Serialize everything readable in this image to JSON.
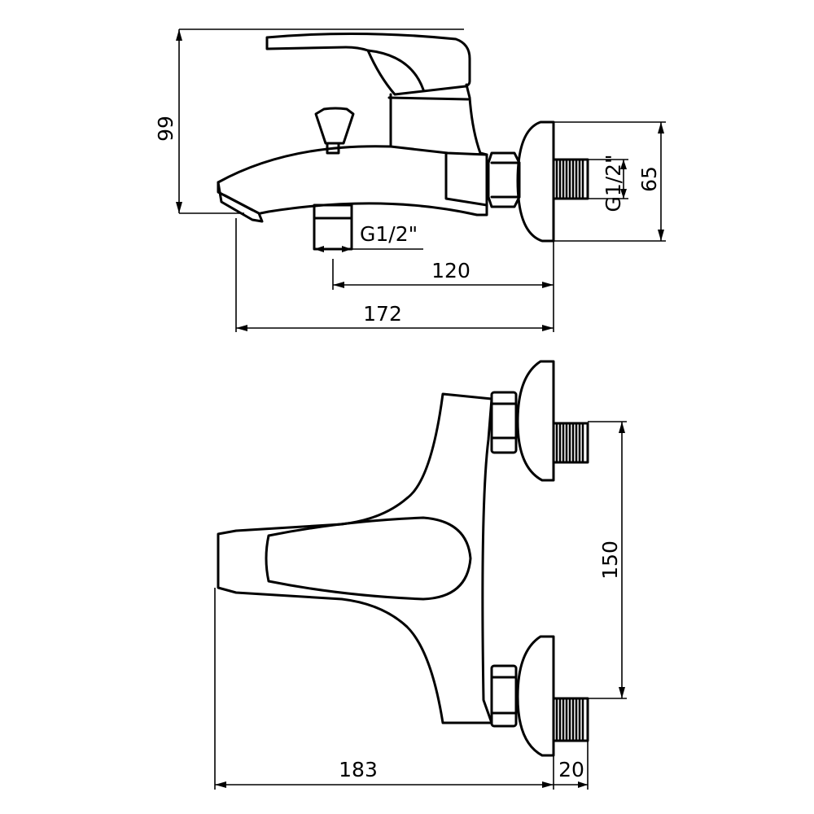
{
  "side_view": {
    "height": "99",
    "connection_height": "65",
    "outlet_thread": "G1/2\"",
    "inlet_thread": "G1/2\"",
    "spout_to_wall": "120",
    "overall_projection": "172"
  },
  "top_view": {
    "centres": "150",
    "overall_length": "183",
    "eccentric_depth": "20"
  }
}
